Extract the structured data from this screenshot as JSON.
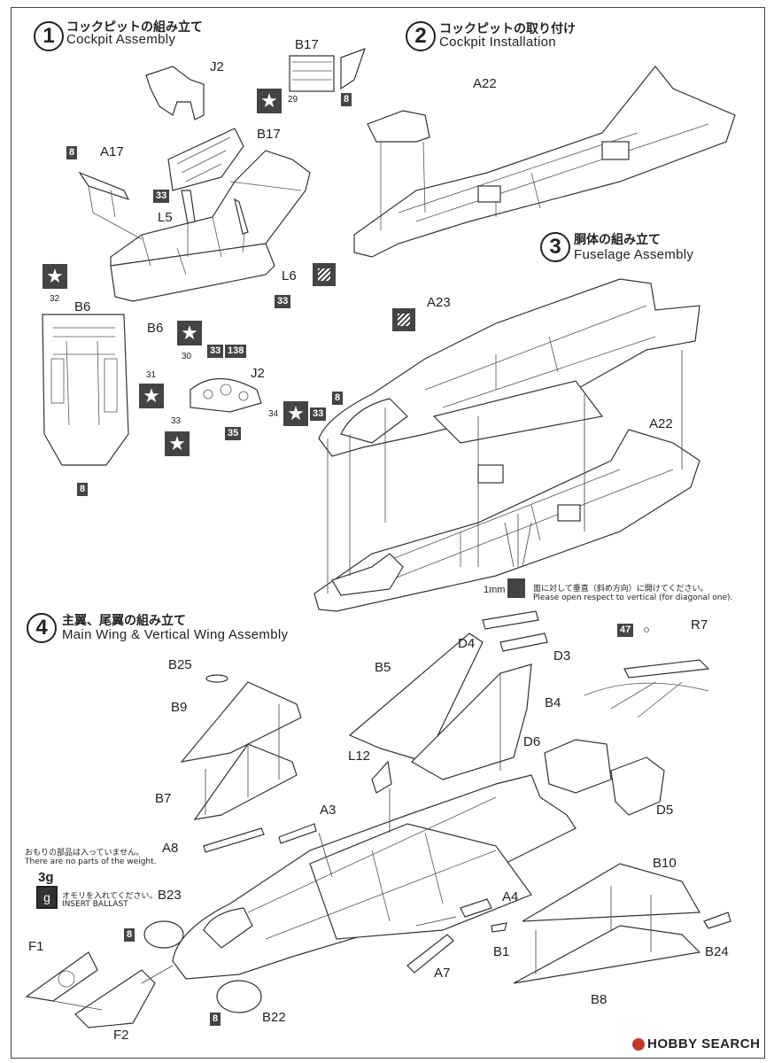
{
  "steps": [
    {
      "num": "1",
      "jp": "コックピットの組み立て",
      "en": "Cockpit Assembly"
    },
    {
      "num": "2",
      "jp": "コックピットの取り付け",
      "en": "Cockpit Installation"
    },
    {
      "num": "3",
      "jp": "胴体の組み立て",
      "en": "Fuselage Assembly"
    },
    {
      "num": "4",
      "jp": "主翼、尾翼の組み立て",
      "en": "Main Wing & Vertical Wing Assembly"
    }
  ],
  "parts": {
    "j2a": "J2",
    "b17a": "B17",
    "b17b": "B17",
    "a17": "A17",
    "l5": "L5",
    "l6": "L6",
    "b6a": "B6",
    "b6b": "B6",
    "j2b": "J2",
    "a22a": "A22",
    "a23": "A23",
    "a22b": "A22",
    "d4": "D4",
    "d3": "D3",
    "r7": "R7",
    "b25": "B25",
    "b9": "B9",
    "b5": "B5",
    "b4": "B4",
    "l12": "L12",
    "d6": "D6",
    "b7": "B7",
    "a3": "A3",
    "d5": "D5",
    "a8": "A8",
    "b10": "B10",
    "b23": "B23",
    "a4": "A4",
    "f1": "F1",
    "b1": "B1",
    "b24": "B24",
    "a7": "A7",
    "b8": "B8",
    "f2": "F2",
    "b22": "B22"
  },
  "colors": {
    "c8a": "8",
    "c8b": "8",
    "c8c": "8",
    "c8d": "8",
    "c8e": "8",
    "c8f": "8",
    "c8g": "8",
    "c33a": "33",
    "c33b": "33",
    "c33c": "33",
    "c33d": "33",
    "c35": "35",
    "c138": "138",
    "c47": "47"
  },
  "decals": {
    "d29": "29",
    "d32": "32",
    "d31": "31",
    "d30": "30",
    "d33": "33",
    "d34": "34"
  },
  "notes": {
    "drill_size": "1mm",
    "drill_jp": "面に対して垂直（斜め方向）に開けてください。",
    "drill_en": "Please open respect to vertical (for diagonal one).",
    "weight_jp": "おもりの部品は入っていません。",
    "weight_en": "There are no parts of the weight.",
    "ballast_weight": "3g",
    "ballast_icon": "g",
    "ballast_jp": "オモリを入れてください。",
    "ballast_en": "INSERT BALLAST"
  },
  "watermark": "HOBBY SEARCH"
}
